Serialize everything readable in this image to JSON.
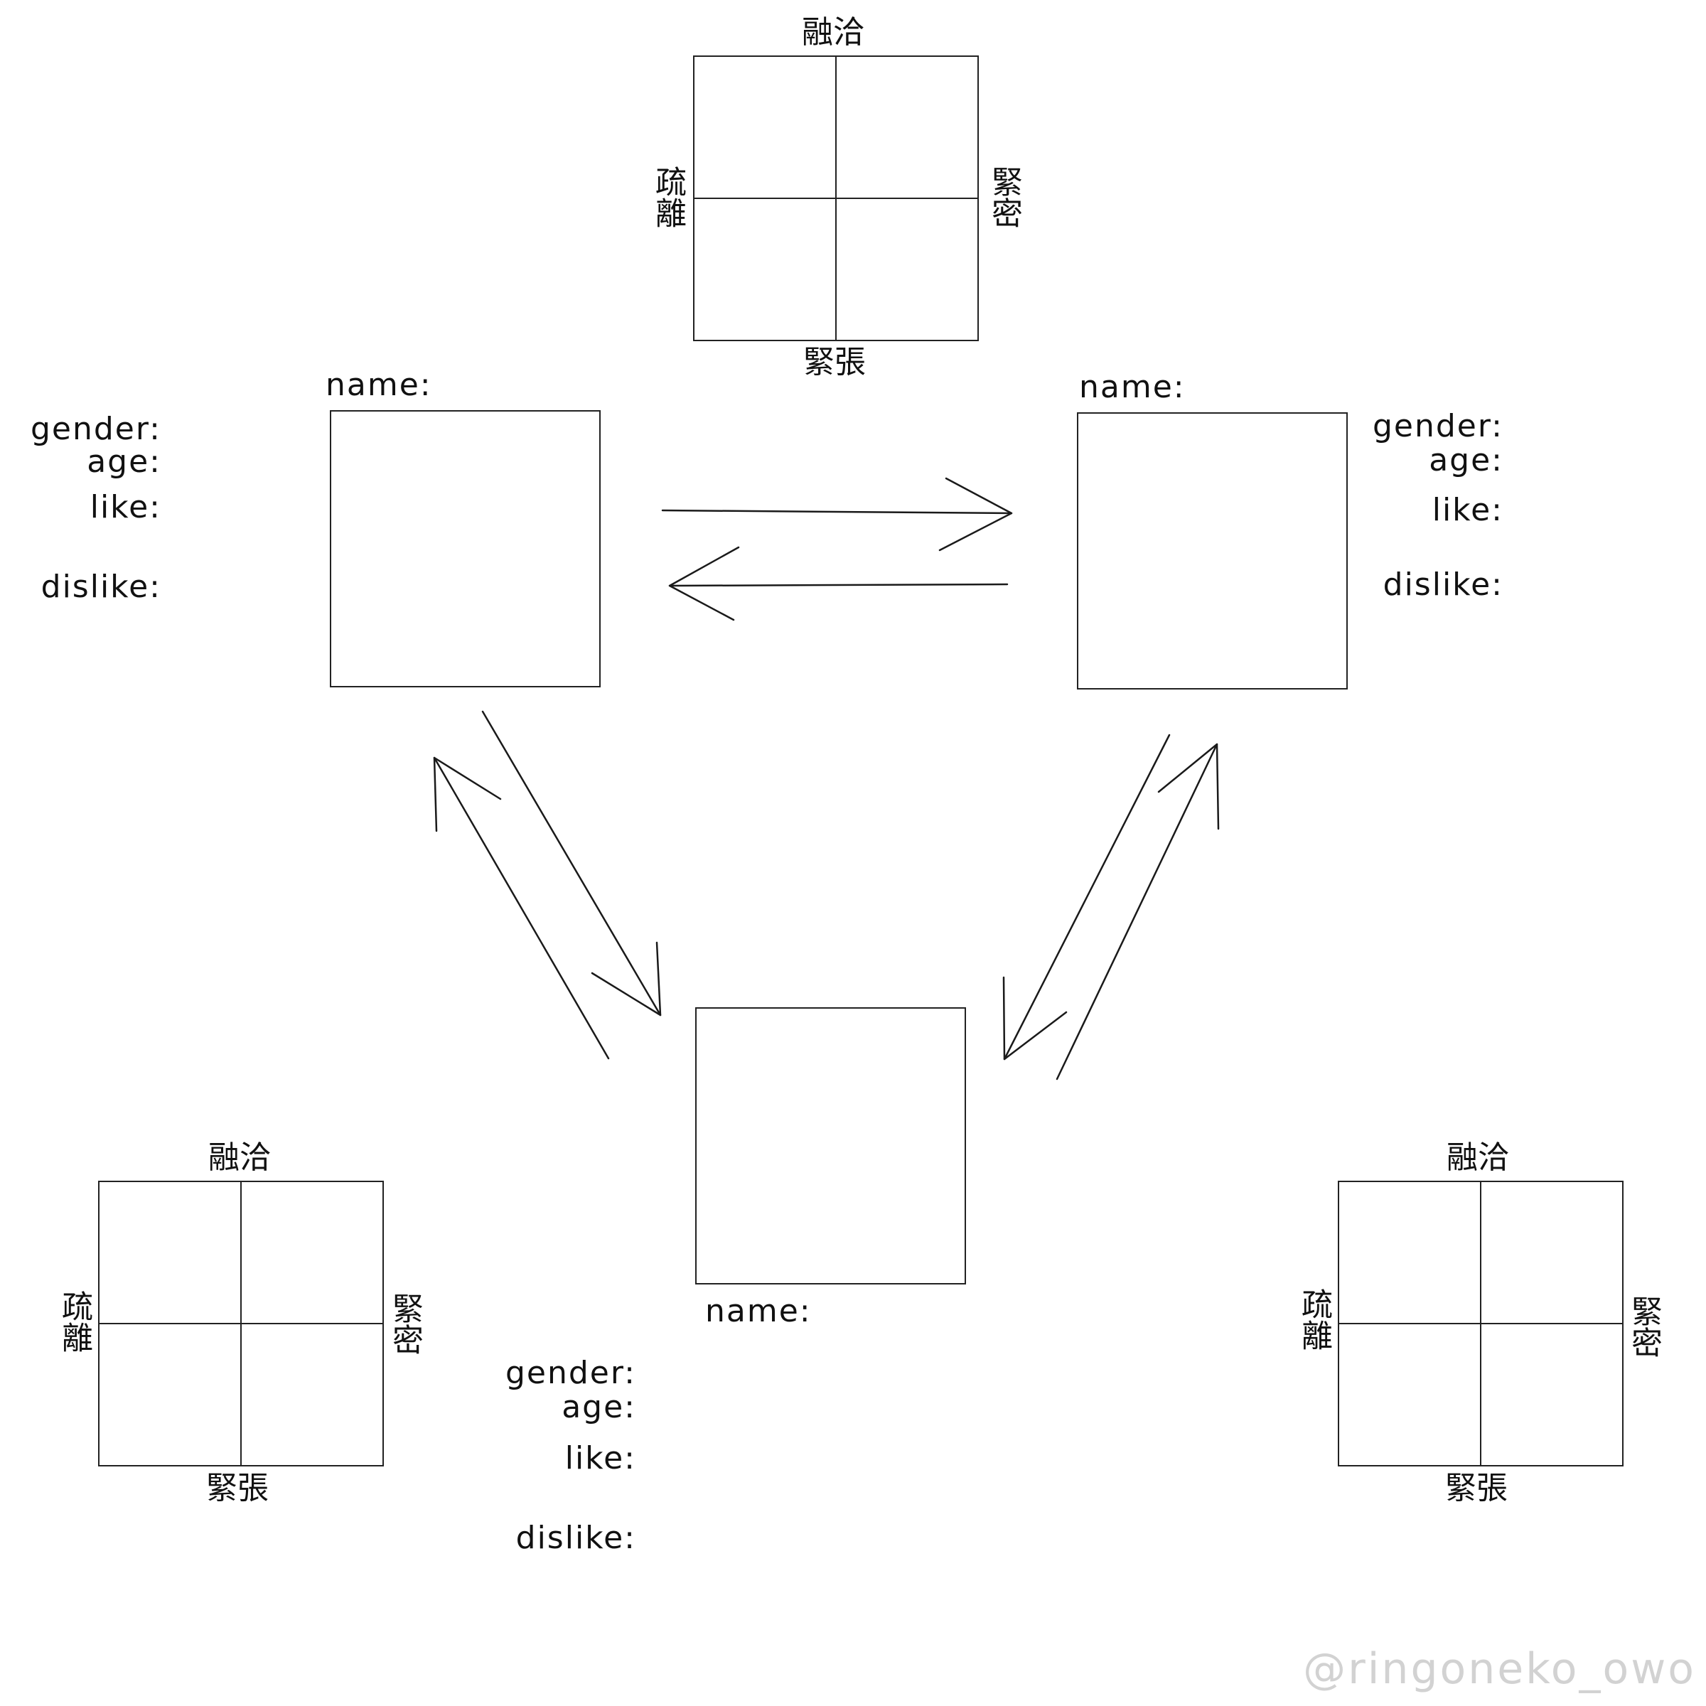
{
  "characters": {
    "left": {
      "name_label": "name:",
      "gender_label": "gender:",
      "age_label": "age:",
      "like_label": "like:",
      "dislike_label": "dislike:"
    },
    "right": {
      "name_label": "name:",
      "gender_label": "gender:",
      "age_label": "age:",
      "like_label": "like:",
      "dislike_label": "dislike:"
    },
    "bottom": {
      "name_label": "name:",
      "gender_label": "gender:",
      "age_label": "age:",
      "like_label": "like:",
      "dislike_label": "dislike:"
    }
  },
  "relation_grids": {
    "top": {
      "top_label": "融洽",
      "bottom_label": "緊張",
      "left_label": "疏離",
      "right_label": "緊密"
    },
    "bottom_left": {
      "top_label": "融洽",
      "bottom_label": "緊張",
      "left_label": "疏離",
      "right_label": "緊密"
    },
    "bottom_right": {
      "top_label": "融洽",
      "bottom_label": "緊張",
      "left_label": "疏離",
      "right_label": "緊密"
    }
  },
  "watermark": "@ringoneko_owo",
  "colors": {
    "ink": "#1a1a1a",
    "background": "#ffffff",
    "watermark": "#d2d2d2"
  }
}
